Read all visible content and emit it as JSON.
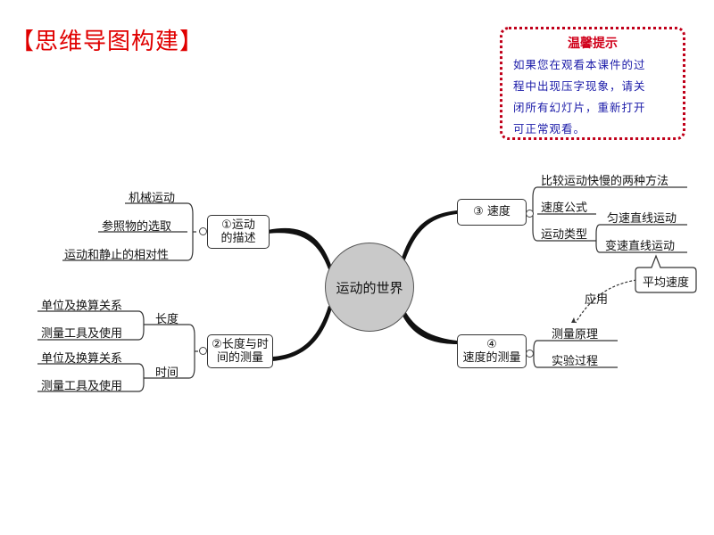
{
  "title": "【思维导图构建】",
  "tip": {
    "title": "温馨提示",
    "lines": [
      "如果您在观看本课件的过",
      "程中出现压字现象，请关",
      "闭所有幻灯片，重新打开",
      "可正常观看。"
    ]
  },
  "center": "运动的世界",
  "branch1": {
    "node": [
      "①运动",
      "的描述"
    ],
    "leaves": [
      "机械运动",
      "参照物的选取",
      "运动和静止的相对性"
    ]
  },
  "branch2": {
    "node": [
      "②长度与时",
      "间的测量"
    ],
    "sub_length": "长度",
    "sub_time": "时间",
    "length_leaves": [
      "单位及换算关系",
      "测量工具及使用"
    ],
    "time_leaves": [
      "单位及换算关系",
      "测量工具及使用"
    ]
  },
  "branch3": {
    "node": "③ 速度",
    "leaves": [
      "比较运动快慢的两种方法",
      "速度公式",
      "运动类型"
    ],
    "motion_types": [
      "匀速直线运动",
      "变速直线运动"
    ],
    "average_speed": "平均速度"
  },
  "branch4": {
    "node": [
      "④",
      "速度的测量"
    ],
    "leaves": [
      "测量原理",
      "实验过程"
    ],
    "apply_label": "应用"
  }
}
